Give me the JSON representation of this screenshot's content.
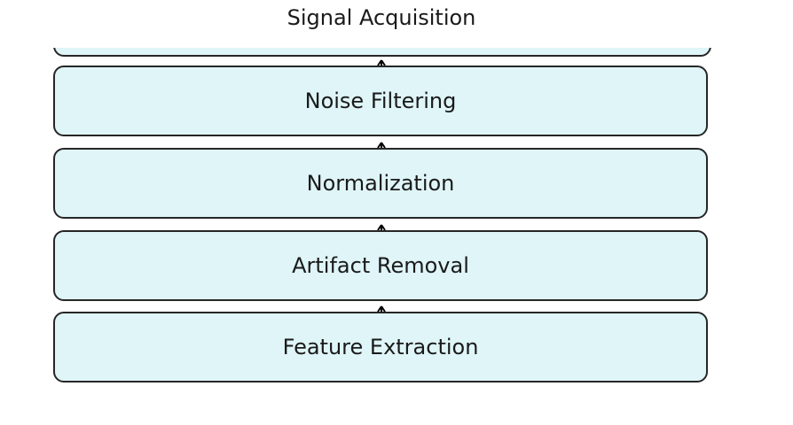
{
  "diagram": {
    "top_stage": "Signal Acquisition",
    "stages": [
      "Noise Filtering",
      "Normalization",
      "Artifact Removal",
      "Feature Extraction"
    ],
    "box_fill": "#dff5f8",
    "box_stroke": "#262626",
    "text_color": "#1a1a1a",
    "arrow_color": "#000000"
  }
}
